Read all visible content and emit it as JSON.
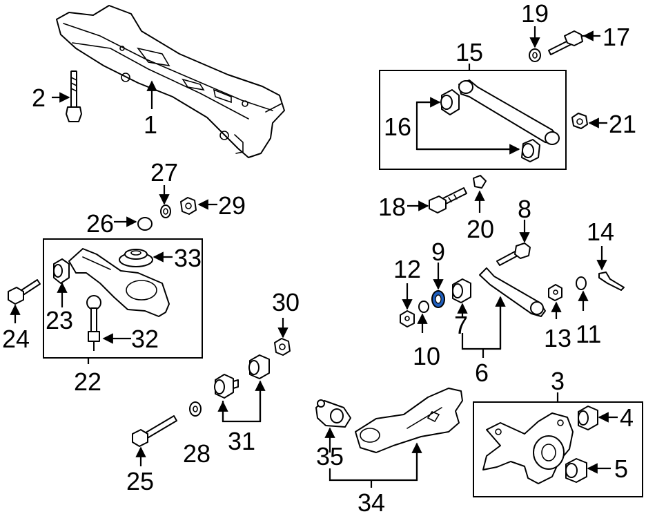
{
  "diagram": {
    "highlight_color": "#1f5fbf",
    "labels": {
      "p1": "1",
      "p2": "2",
      "p3": "3",
      "p4": "4",
      "p5": "5",
      "p6": "6",
      "p7": "7",
      "p8": "8",
      "p9": "9",
      "p10": "10",
      "p11": "11",
      "p12": "12",
      "p13": "13",
      "p14": "14",
      "p15": "15",
      "p16": "16",
      "p17": "17",
      "p18": "18",
      "p19": "19",
      "p20": "20",
      "p21": "21",
      "p22": "22",
      "p23": "23",
      "p24": "24",
      "p25": "25",
      "p26": "26",
      "p27": "27",
      "p28": "28",
      "p29": "29",
      "p30": "30",
      "p31": "31",
      "p32": "32",
      "p33": "33",
      "p34": "34",
      "p35": "35"
    }
  }
}
